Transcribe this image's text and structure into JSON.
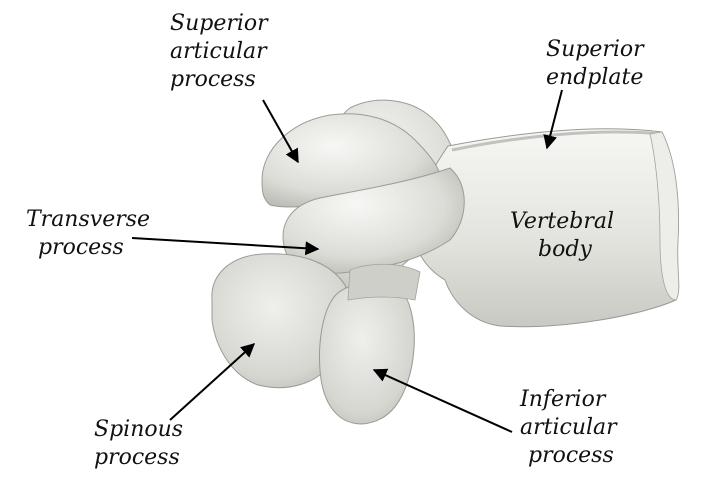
{
  "labels": {
    "superior_articular": [
      "Superior",
      "articular",
      "process"
    ],
    "superior_endplate": [
      "Superior",
      "endplate"
    ],
    "transverse": [
      "Transverse",
      "process"
    ],
    "vertebral_body": [
      "Vertebral",
      "body"
    ],
    "spinous": [
      "Spinous",
      "process"
    ],
    "inferior_articular": [
      "Inferior",
      "articular",
      "process"
    ]
  },
  "colors": {
    "bone_light": "#f4f4f2",
    "bone_mid": "#deded9",
    "bone_shadow": "#b9b9b3",
    "outline": "#8f8f8a",
    "arrow": "#000000",
    "text": "#111111"
  }
}
